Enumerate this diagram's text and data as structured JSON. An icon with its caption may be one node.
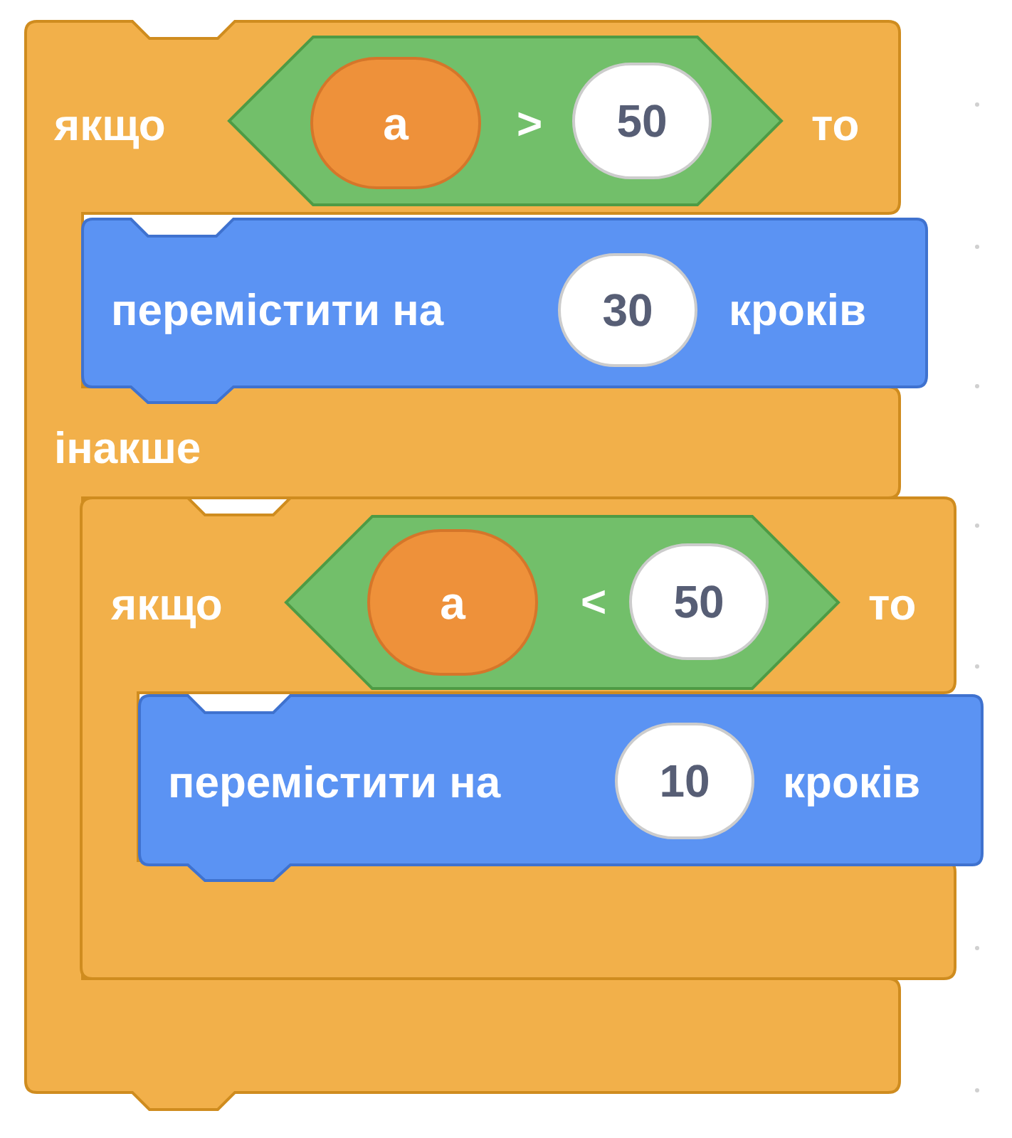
{
  "diagram": {
    "nodes": [
      {
        "text": [
          "якщо",
          "то",
          "інакше"
        ]
      },
      {
        "text": [
          ">"
        ],
        "in": 0
      },
      {
        "text": [
          "a"
        ],
        "in": 1
      },
      {
        "text": [
          "50"
        ],
        "in": 1
      },
      {
        "text": [
          "перемістити на",
          "кроків"
        ],
        "in": 0
      },
      {
        "text": [
          "30"
        ],
        "in": 4
      },
      {
        "text": [
          "якщо",
          "то"
        ],
        "in": 0
      },
      {
        "text": [
          "<"
        ],
        "in": 6
      },
      {
        "text": [
          "a"
        ],
        "in": 7
      },
      {
        "text": [
          "50"
        ],
        "in": 7
      },
      {
        "text": [
          "перемістити на",
          "кроків"
        ],
        "in": 6
      },
      {
        "text": [
          "10"
        ],
        "in": 10
      }
    ]
  }
}
